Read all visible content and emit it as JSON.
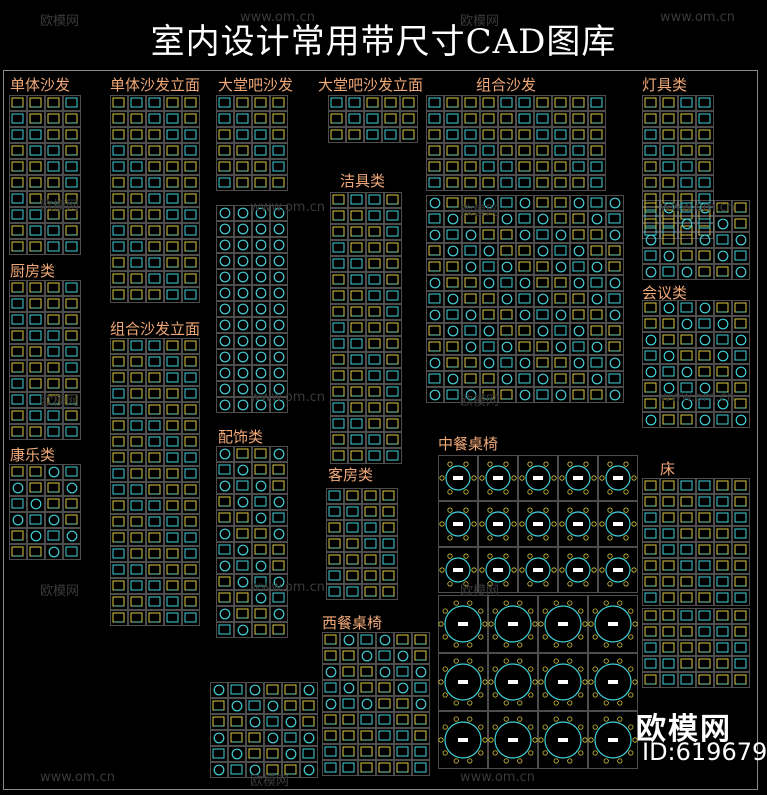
{
  "title": "室内设计常用带尺寸CAD图库",
  "categories": [
    "单体沙发",
    "单体沙发立面",
    "大堂吧沙发",
    "大堂吧沙发立面",
    "组合沙发",
    "灯具类",
    "洁具类",
    "厨房类",
    "会议类",
    "组合沙发立面",
    "配饰类",
    "中餐桌椅",
    "康乐类",
    "床",
    "客房类",
    "西餐桌椅"
  ],
  "brand": "欧模网",
  "id_text": "ID:619679",
  "watermarks": [
    "欧模网",
    "www.om.cn"
  ],
  "colors": {
    "background": "#000000",
    "title": "#ffffff",
    "label": "#f2a978",
    "line_cyan": "#3fd0d8",
    "line_yellow": "#d8c840",
    "line_grid": "#9a9a9a"
  }
}
